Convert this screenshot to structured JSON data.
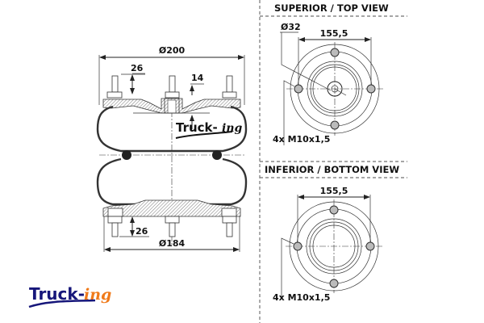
{
  "side_view": {
    "dim_top_diameter": "Ø200",
    "dim_bottom_diameter": "Ø184",
    "dim_top_stud_height": "26",
    "dim_bottom_stud_height": "26",
    "dim_top_plate": "14",
    "bellow_logo": {
      "main": "Truck-",
      "suffix": "ing"
    }
  },
  "top_view": {
    "title": "SUPERIOR / TOP VIEW",
    "dim_port_diameter": "Ø32",
    "dim_bolt_spacing": "155,5",
    "bolt_label": "4x M10x1,5"
  },
  "bottom_view": {
    "title": "INFERIOR / BOTTOM VIEW",
    "dim_bolt_spacing": "155,5",
    "bolt_label": "4x M10x1,5"
  },
  "brand_logo": {
    "main": "Truck-",
    "suffix": "ing",
    "main_color": "#16167a",
    "suffix_color": "#f07a1a"
  }
}
